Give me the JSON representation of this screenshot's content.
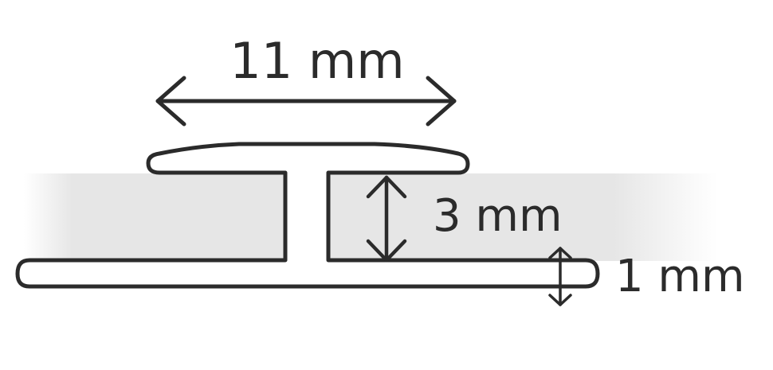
{
  "diagram": {
    "labels": {
      "width": "11 mm",
      "height": "3 mm",
      "thickness": "1 mm"
    },
    "colors": {
      "outline": "#2b2b2b",
      "panel": "#e6e6e6",
      "profile_fill": "#ffffff",
      "background": "#ffffff"
    }
  }
}
